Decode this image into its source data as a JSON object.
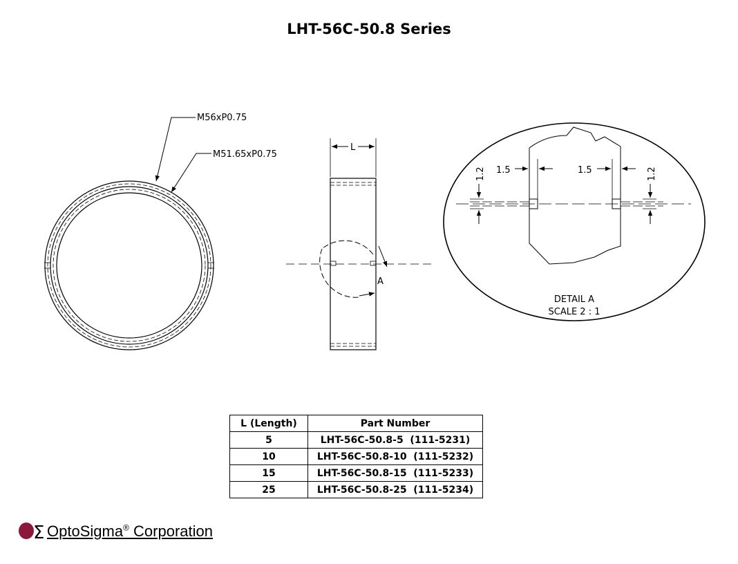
{
  "title": "LHT-56C-50.8 Series",
  "front_view": {
    "outer_thread_label": "M56xP0.75",
    "inner_thread_label": "M51.65xP0.75"
  },
  "side_view": {
    "length_label": "L",
    "detail_marker": "A"
  },
  "detail": {
    "caption_line1": "DETAIL  A",
    "caption_line2": "SCALE 2 : 1",
    "dim_left_width": "1.5",
    "dim_right_width": "1.5",
    "dim_left_depth": "1.2",
    "dim_right_depth": "1.2"
  },
  "table": {
    "headers": [
      "L (Length)",
      "Part Number"
    ],
    "rows": [
      {
        "length": "5",
        "part": "LHT-56C-50.8-5  (111-5231)"
      },
      {
        "length": "10",
        "part": "LHT-56C-50.8-10  (111-5232)"
      },
      {
        "length": "15",
        "part": "LHT-56C-50.8-15  (111-5233)"
      },
      {
        "length": "25",
        "part": "LHT-56C-50.8-25  (111-5234)"
      }
    ]
  },
  "logo": {
    "symbol": "ΟΣ",
    "name": "OptoSigma",
    "registered": "®",
    "suffix": " Corporation",
    "color": "#8b1a3a"
  }
}
